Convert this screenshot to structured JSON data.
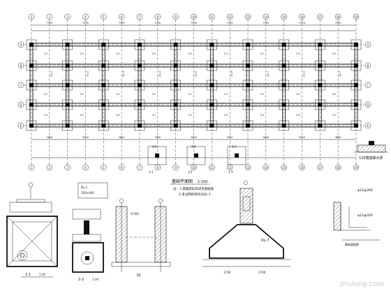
{
  "drawing": {
    "plan_title": "基础平面图",
    "plan_scale": "1:100",
    "notes": [
      "注：1.基础底标高详见基础表",
      "2.未注明的梁均为DL-1"
    ],
    "column_axes": [
      "1",
      "2",
      "3",
      "4",
      "5",
      "6",
      "7",
      "8",
      "9",
      "10",
      "11",
      "12",
      "13",
      "14",
      "15",
      "16",
      "17",
      "18",
      "19"
    ],
    "row_axes": [
      "A",
      "B",
      "C",
      "D",
      "E"
    ],
    "dim_top": [
      "7500",
      "7200",
      "7500",
      "7200",
      "7500",
      "7200",
      "7500",
      "7200",
      "7500"
    ],
    "dim_bottom": [
      "3600",
      "3900",
      "3600",
      "3900",
      "3600",
      "3900",
      "3600",
      "3900",
      "3600"
    ],
    "beam_labels": [
      "DL-1",
      "DL-2",
      "DL-3",
      "DL-4",
      "DL-5",
      "DL-6",
      "DL-7"
    ],
    "footing_labels": [
      "Z-1",
      "Z-2",
      "Z-3",
      "Z-4",
      "Z-5"
    ],
    "sections": [
      {
        "label": "1-1",
        "scale": "1:30"
      },
      {
        "label": "2-2",
        "scale": "1:30"
      },
      {
        "label": "DJ",
        "scale": ""
      },
      {
        "label": "DL-7",
        "scale": ""
      }
    ],
    "detail_right_title": "120墙基础大样",
    "rebar_labels": [
      "φ12@200",
      "φ12@200"
    ],
    "watermark": "zhulong.com"
  }
}
